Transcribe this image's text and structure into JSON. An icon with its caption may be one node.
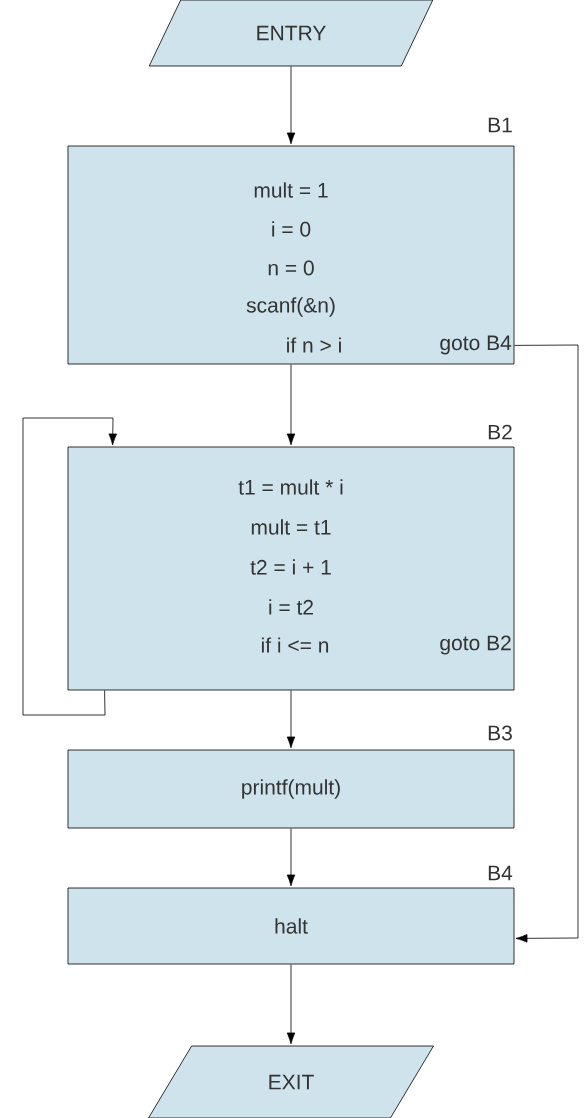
{
  "diagram": {
    "nodes": [
      {
        "text": [
          "ENTRY"
        ]
      },
      {
        "text": [
          "B1",
          "mult = 1",
          "i = 0",
          "n = 0",
          "scanf(&n)",
          "if n > i",
          "goto B4"
        ]
      },
      {
        "text": [
          "B2",
          "t1 = mult * i",
          "mult = t1",
          "t2 = i + 1",
          "i = t2",
          "if i <= n",
          "goto B2"
        ]
      },
      {
        "text": [
          "B3",
          "printf(mult)"
        ]
      },
      {
        "text": [
          "B4",
          "halt"
        ]
      },
      {
        "text": [
          "EXIT"
        ]
      }
    ],
    "edges": [
      {
        "from": 0,
        "to": 1,
        "arrow": "to"
      },
      {
        "from": 1,
        "to": 2,
        "arrow": "to"
      },
      {
        "from": 1,
        "to": 4,
        "arrow": "to"
      },
      {
        "from": 2,
        "to": 2,
        "arrow": "to"
      },
      {
        "from": 2,
        "to": 3,
        "arrow": "to"
      },
      {
        "from": 3,
        "to": 4,
        "arrow": "to"
      },
      {
        "from": 4,
        "to": 5,
        "arrow": "to"
      }
    ]
  }
}
